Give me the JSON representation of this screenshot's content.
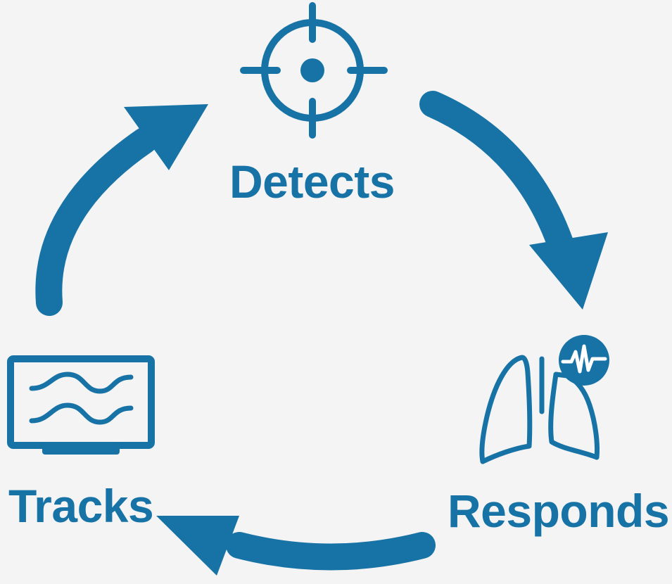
{
  "colors": {
    "accent": "#1773a6",
    "background": "#f4f4f4"
  },
  "steps": [
    {
      "label": "Detects",
      "icon": "crosshair-target-icon"
    },
    {
      "label": "Responds",
      "icon": "lungs-with-pulse-icon"
    },
    {
      "label": "Tracks",
      "icon": "monitor-waveform-icon"
    }
  ],
  "connections": [
    {
      "from": "Detects",
      "to": "Responds"
    },
    {
      "from": "Responds",
      "to": "Tracks"
    },
    {
      "from": "Tracks",
      "to": "Detects"
    }
  ]
}
